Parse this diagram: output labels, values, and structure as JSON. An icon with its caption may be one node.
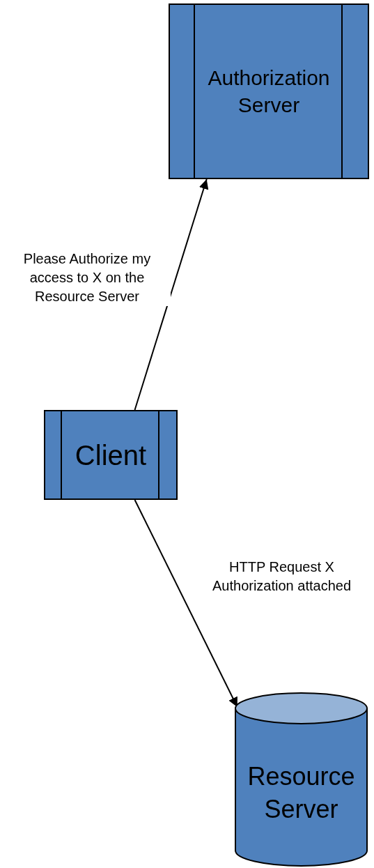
{
  "diagram": {
    "nodes": [
      {
        "text": [
          "Authorization Server"
        ]
      },
      {
        "text": [
          "Client"
        ]
      },
      {
        "text": [
          "Resource Server"
        ]
      }
    ],
    "edges": [
      {
        "from": 1,
        "to": 0,
        "arrow": "to",
        "label": "Please Authorize my access to X on the Resource Server"
      },
      {
        "from": 1,
        "to": 2,
        "arrow": "to",
        "label": "HTTP Request X Authorization attached"
      }
    ]
  }
}
